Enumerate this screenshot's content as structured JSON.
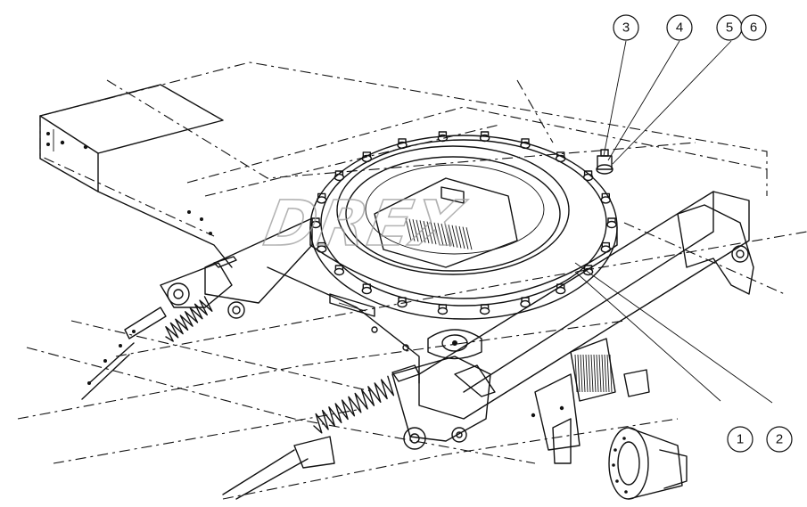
{
  "diagram": {
    "callouts": [
      {
        "label": "3"
      },
      {
        "label": "4"
      },
      {
        "label": "5"
      },
      {
        "label": "6"
      },
      {
        "label": "1"
      },
      {
        "label": "2"
      }
    ],
    "watermark": {
      "text": "DREX"
    }
  }
}
